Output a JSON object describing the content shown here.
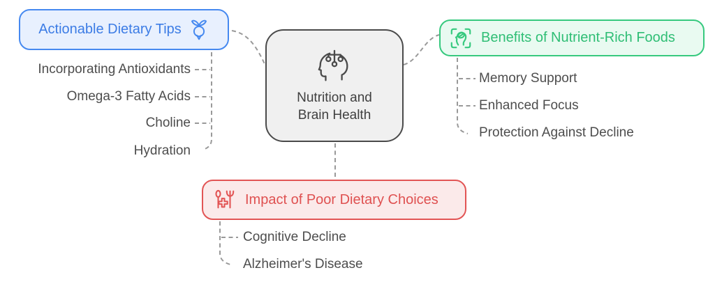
{
  "center": {
    "label": "Nutrition and Brain Health",
    "icon": "head-network-icon",
    "colors": {
      "border": "#4A4A4A",
      "background": "#F0F0F0",
      "text": "#3F3F3F"
    }
  },
  "branches": [
    {
      "label": "Actionable Dietary Tips",
      "icon": "radish-icon",
      "accent": "#4689F0",
      "text_color": "#3C7CE5",
      "background": "#E8F0FE",
      "items": [
        "Incorporating Antioxidants",
        "Omega-3 Fatty Acids",
        "Choline",
        "Hydration"
      ]
    },
    {
      "label": "Benefits of Nutrient-Rich Foods",
      "icon": "face-scan-icon",
      "accent": "#36C97E",
      "text_color": "#2FBE75",
      "background": "#E9FAF1",
      "items": [
        "Memory Support",
        "Enhanced Focus",
        "Protection Against Decline"
      ]
    },
    {
      "label": "Impact of Poor Dietary Choices",
      "icon": "cutlery-medical-icon",
      "accent": "#E25454",
      "text_color": "#DF5151",
      "background": "#FBEAEA",
      "items": [
        "Cognitive Decline",
        "Alzheimer's Disease"
      ]
    }
  ],
  "connector_color": "#999999"
}
